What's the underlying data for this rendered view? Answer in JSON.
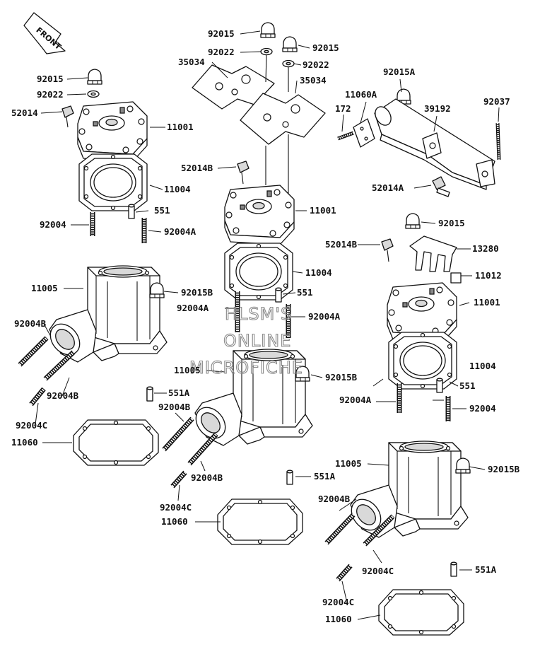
{
  "orientation_arrow": {
    "label": "FRONT"
  },
  "watermark": {
    "lines": [
      "HLSM'S",
      "ONLINE",
      "MICROFICHE"
    ]
  },
  "labels": [
    {
      "id": "l01",
      "text": "92015"
    },
    {
      "id": "l02",
      "text": "92022"
    },
    {
      "id": "l03",
      "text": "52014"
    },
    {
      "id": "l04",
      "text": "11001"
    },
    {
      "id": "l05",
      "text": "11004"
    },
    {
      "id": "l06",
      "text": "92004"
    },
    {
      "id": "l07",
      "text": "551"
    },
    {
      "id": "l08",
      "text": "92004A"
    },
    {
      "id": "l09",
      "text": "11005"
    },
    {
      "id": "l10",
      "text": "92015B"
    },
    {
      "id": "l11",
      "text": "92004B"
    },
    {
      "id": "l12",
      "text": "92004B"
    },
    {
      "id": "l13",
      "text": "92004C"
    },
    {
      "id": "l14",
      "text": "11060"
    },
    {
      "id": "l15",
      "text": "92015"
    },
    {
      "id": "l16",
      "text": "92022"
    },
    {
      "id": "l17",
      "text": "35034"
    },
    {
      "id": "l18",
      "text": "92015"
    },
    {
      "id": "l19",
      "text": "92022"
    },
    {
      "id": "l20",
      "text": "35034"
    },
    {
      "id": "l21",
      "text": "52014B"
    },
    {
      "id": "l22",
      "text": "11001"
    },
    {
      "id": "l23",
      "text": "11004"
    },
    {
      "id": "l24",
      "text": "551"
    },
    {
      "id": "l25",
      "text": "92004A"
    },
    {
      "id": "l26",
      "text": "92004A"
    },
    {
      "id": "l27",
      "text": "11005"
    },
    {
      "id": "l28",
      "text": "92015B"
    },
    {
      "id": "l29",
      "text": "551A"
    },
    {
      "id": "l30",
      "text": "92004B"
    },
    {
      "id": "l31",
      "text": "92004B"
    },
    {
      "id": "l32",
      "text": "92004C"
    },
    {
      "id": "l33",
      "text": "551A"
    },
    {
      "id": "l34",
      "text": "11060"
    },
    {
      "id": "l35",
      "text": "92015A"
    },
    {
      "id": "l36",
      "text": "11060A"
    },
    {
      "id": "l37",
      "text": "172"
    },
    {
      "id": "l38",
      "text": "39192"
    },
    {
      "id": "l39",
      "text": "92037"
    },
    {
      "id": "l40",
      "text": "52014A"
    },
    {
      "id": "l41",
      "text": "92015"
    },
    {
      "id": "l42",
      "text": "52014B"
    },
    {
      "id": "l43",
      "text": "13280"
    },
    {
      "id": "l44",
      "text": "11012"
    },
    {
      "id": "l45",
      "text": "11001"
    },
    {
      "id": "l46",
      "text": "11004"
    },
    {
      "id": "l47",
      "text": "551"
    },
    {
      "id": "l48",
      "text": "92004A"
    },
    {
      "id": "l49",
      "text": "92004"
    },
    {
      "id": "l50",
      "text": "11005"
    },
    {
      "id": "l51",
      "text": "92015B"
    },
    {
      "id": "l52",
      "text": "92004B"
    },
    {
      "id": "l53",
      "text": "92004C"
    },
    {
      "id": "l54",
      "text": "551A"
    },
    {
      "id": "l55",
      "text": "92004C"
    },
    {
      "id": "l56",
      "text": "11060"
    }
  ]
}
